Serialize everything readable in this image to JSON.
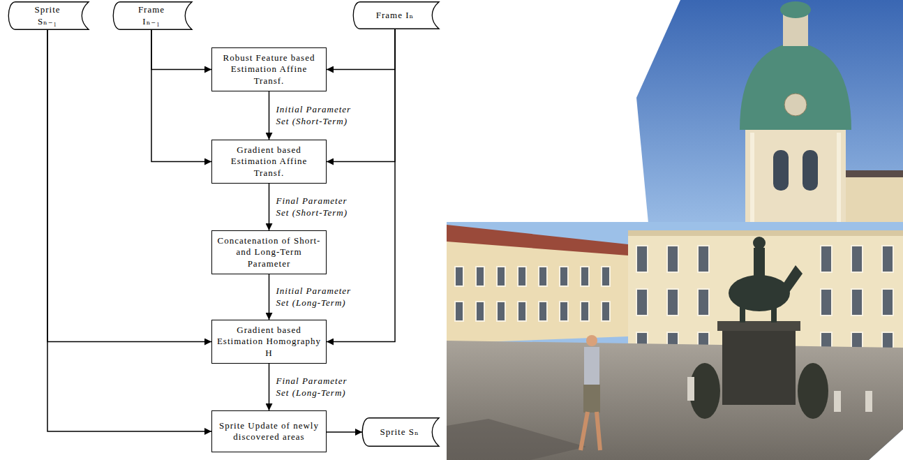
{
  "diagram": {
    "nodes": [
      {
        "text": [
          "Sprite Sₙ₋₁"
        ]
      },
      {
        "text": [
          "Frame Iₙ₋₁"
        ]
      },
      {
        "text": [
          "Frame Iₙ"
        ]
      },
      {
        "text": [
          "Robust Feature based Estimation Affine Transf."
        ]
      },
      {
        "text": [
          "Gradient based Estimation Affine Transf."
        ]
      },
      {
        "text": [
          "Concatenation of Short- and Long-Term Parameter"
        ]
      },
      {
        "text": [
          "Gradient based Estimation Homography H"
        ]
      },
      {
        "text": [
          "Sprite Update of newly discovered areas"
        ]
      },
      {
        "text": [
          "Sprite Sₙ"
        ]
      }
    ],
    "edges": [
      {
        "from": 1,
        "to": 3,
        "arrow": "to"
      },
      {
        "from": 2,
        "to": 3,
        "arrow": "to"
      },
      {
        "from": 3,
        "to": 4,
        "label": "Initial Parameter Set (Short-Term)",
        "arrow": "to"
      },
      {
        "from": 1,
        "to": 4,
        "arrow": "to"
      },
      {
        "from": 2,
        "to": 4,
        "arrow": "to"
      },
      {
        "from": 4,
        "to": 5,
        "label": "Final Parameter Set (Short-Term)",
        "arrow": "to"
      },
      {
        "from": 5,
        "to": 6,
        "label": "Initial Parameter Set (Long-Term)",
        "arrow": "to"
      },
      {
        "from": 0,
        "to": 6,
        "arrow": "to"
      },
      {
        "from": 2,
        "to": 6,
        "arrow": "to"
      },
      {
        "from": 6,
        "to": 7,
        "label": "Final Parameter Set (Long-Term)",
        "arrow": "to"
      },
      {
        "from": 0,
        "to": 7,
        "arrow": "to"
      },
      {
        "from": 7,
        "to": 8,
        "arrow": "to"
      }
    ]
  }
}
